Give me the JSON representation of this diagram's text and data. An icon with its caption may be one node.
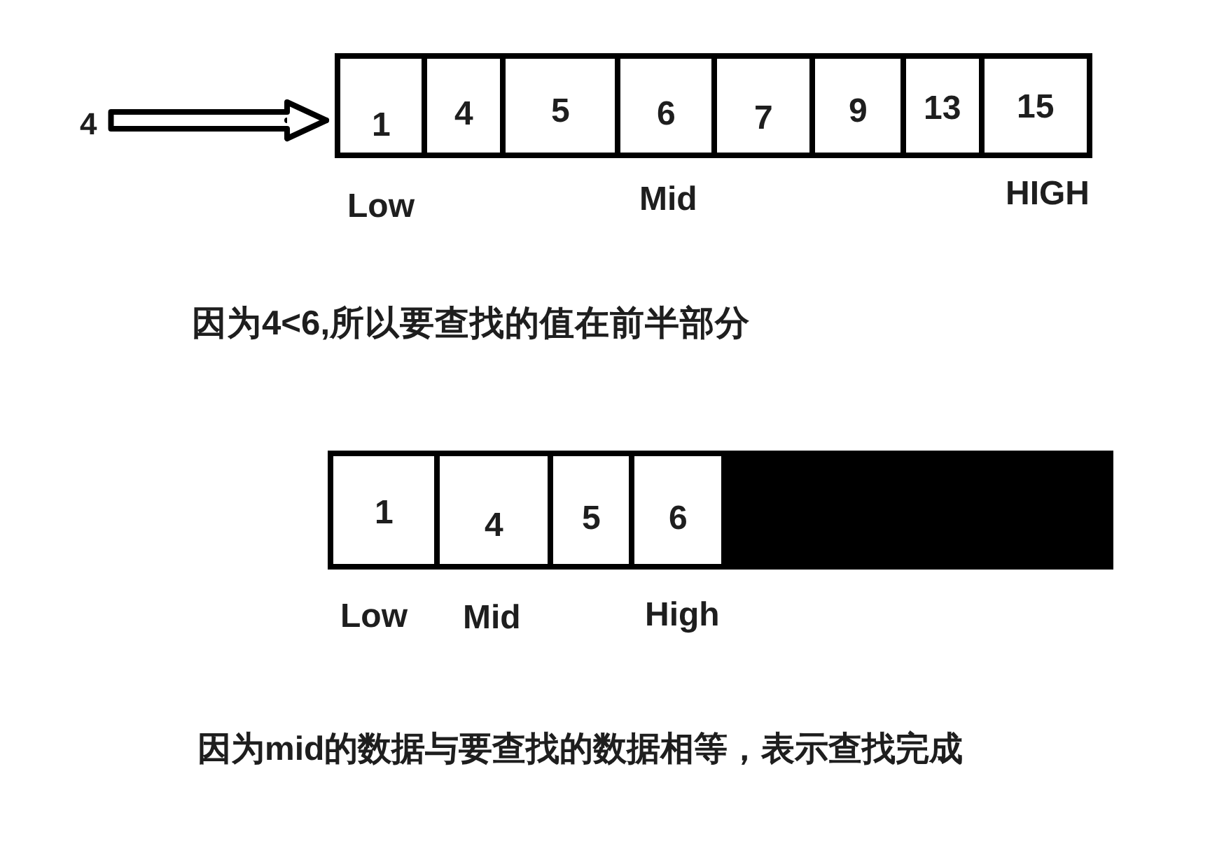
{
  "diagram": {
    "nodes": [
      {
        "text": [
          "4"
        ]
      },
      {
        "text": [],
        "shape": "box"
      },
      {
        "text": [
          "1"
        ],
        "in": 1
      },
      {
        "text": [
          "4"
        ],
        "in": 1
      },
      {
        "text": [
          "5"
        ],
        "in": 1
      },
      {
        "text": [
          "6"
        ],
        "in": 1
      },
      {
        "text": [
          "7"
        ],
        "in": 1
      },
      {
        "text": [
          "9"
        ],
        "in": 1
      },
      {
        "text": [
          "13"
        ],
        "in": 1
      },
      {
        "text": [
          "15"
        ],
        "in": 1
      },
      {
        "text": [],
        "shape": "box"
      },
      {
        "text": [
          "1"
        ],
        "in": 10
      },
      {
        "text": [
          "4"
        ],
        "in": 10
      },
      {
        "text": [
          "5"
        ],
        "in": 10
      },
      {
        "text": [
          "6"
        ],
        "in": 10
      },
      {
        "text": [],
        "shape": "box",
        "in": 10
      }
    ],
    "edges": [
      {
        "from": 0,
        "to": 1,
        "arrow": "to"
      }
    ],
    "labels": [
      "Low",
      "Mid",
      "HIGH",
      "因为4<6,所以要查找的值在前半部分",
      "Low",
      "Mid",
      "High",
      "因为mid的数据与要查找的数据相等，表示查找完成"
    ]
  }
}
